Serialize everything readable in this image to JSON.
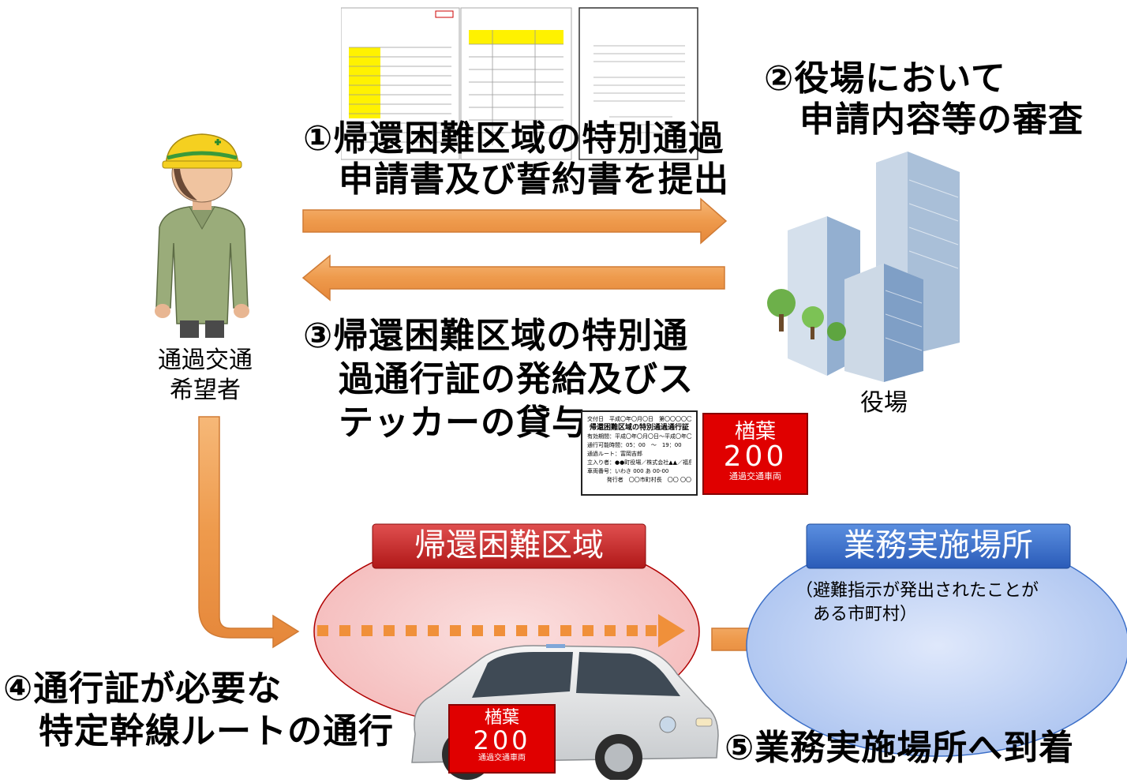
{
  "steps": {
    "step1": "①帰還困難区域の特別通過\n　申請書及び誓約書を提出",
    "step2": "②役場において\n　申請内容等の審査",
    "step3": "③帰還困難区域の特別通\n　過通行証の発給及びス\n　テッカーの貸与",
    "step4": "④通行証が必要な\n　特定幹線ルートの通行",
    "step5": "⑤業務実施場所へ到着"
  },
  "labels": {
    "applicant": "通過交通\n希望者",
    "office": "役場"
  },
  "zones": {
    "restricted": "帰還困難区域",
    "workplace": "業務実施場所",
    "workplace_note": "（避難指示が発出されたことが\n　ある市町村）"
  },
  "sticker": {
    "line1": "楢葉",
    "line2": "200",
    "line3": "通過交通車両"
  },
  "permit": {
    "header": "交付日　平成〇年〇月〇日　第〇〇〇〇〇号",
    "title": "帰還困難区域の特別通過通行証",
    "validity": "有効期間：平成〇年〇月〇日～平成〇年〇月〇日",
    "hours": "通行可能時間：05：00　～　19：00",
    "route": "通過ルート：富岡吉郎",
    "entrant": "立入り者：●●町役場／株式会社▲▲／福島太郎",
    "vehicle": "車両番号：いわき 000 あ 00-00",
    "issuer": "発行者　〇〇市町村長　〇〇 〇〇"
  },
  "colors": {
    "arrow": "#f0a050",
    "plate": "#e00000",
    "restricted_zone": "#f7c8c8",
    "workplace_zone": "#b8cdf2"
  },
  "icons": [
    "worker-icon",
    "office-building-icon",
    "car-icon",
    "document-icon"
  ]
}
